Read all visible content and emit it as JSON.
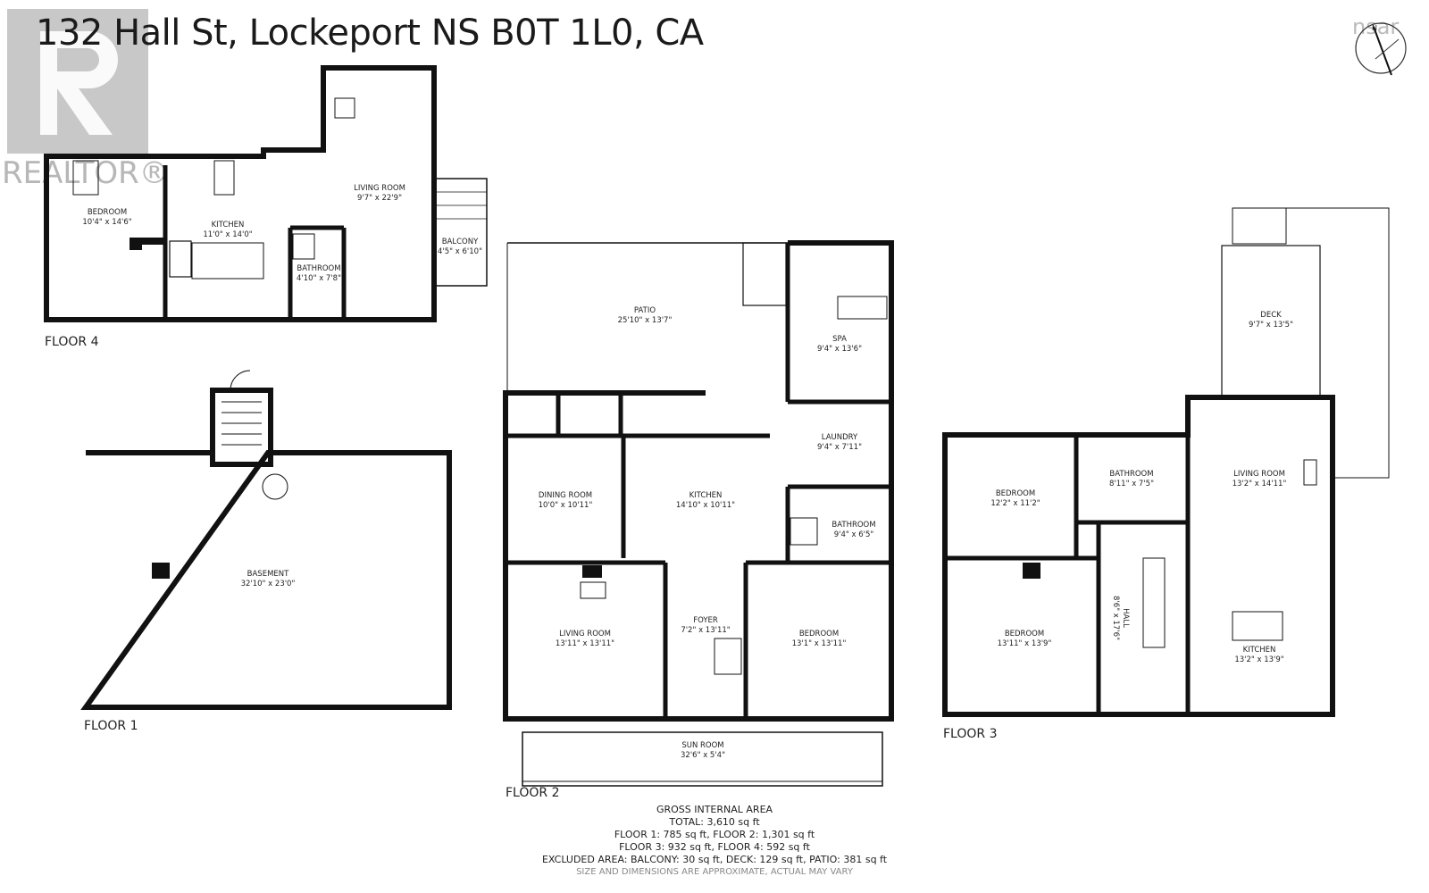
{
  "title": "132 Hall St, Lockeport NS B0T 1L0, CA",
  "watermark": {
    "brand": "REALTOR®",
    "corner_brand": "nsar"
  },
  "floors": {
    "floor1": {
      "label": "FLOOR 1",
      "rooms": [
        {
          "name": "BASEMENT",
          "dims": "32'10\" x 23'0\""
        }
      ]
    },
    "floor2": {
      "label": "FLOOR 2",
      "rooms": [
        {
          "name": "PATIO",
          "dims": "25'10\" x 13'7\""
        },
        {
          "name": "SPA",
          "dims": "9'4\" x 13'6\""
        },
        {
          "name": "LAUNDRY",
          "dims": "9'4\" x 7'11\""
        },
        {
          "name": "DINING ROOM",
          "dims": "10'0\" x 10'11\""
        },
        {
          "name": "KITCHEN",
          "dims": "14'10\" x 10'11\""
        },
        {
          "name": "BATHROOM",
          "dims": "9'4\" x 6'5\""
        },
        {
          "name": "LIVING ROOM",
          "dims": "13'11\" x 13'11\""
        },
        {
          "name": "FOYER",
          "dims": "7'2\" x 13'11\""
        },
        {
          "name": "BEDROOM",
          "dims": "13'1\" x 13'11\""
        },
        {
          "name": "SUN ROOM",
          "dims": "32'6\" x 5'4\""
        }
      ]
    },
    "floor3": {
      "label": "FLOOR 3",
      "rooms": [
        {
          "name": "DECK",
          "dims": "9'7\" x 13'5\""
        },
        {
          "name": "BEDROOM",
          "dims": "12'2\" x 11'2\""
        },
        {
          "name": "BATHROOM",
          "dims": "8'11\" x 7'5\""
        },
        {
          "name": "LIVING ROOM",
          "dims": "13'2\" x 14'11\""
        },
        {
          "name": "BEDROOM",
          "dims": "13'11\" x 13'9\""
        },
        {
          "name": "HALL",
          "dims": "8'6\" x 17'6\""
        },
        {
          "name": "KITCHEN",
          "dims": "13'2\" x 13'9\""
        }
      ]
    },
    "floor4": {
      "label": "FLOOR 4",
      "rooms": [
        {
          "name": "BEDROOM",
          "dims": "10'4\" x 14'6\""
        },
        {
          "name": "KITCHEN",
          "dims": "11'0\" x 14'0\""
        },
        {
          "name": "LIVING ROOM",
          "dims": "9'7\" x 22'9\""
        },
        {
          "name": "BALCONY",
          "dims": "4'5\" x 6'10\""
        },
        {
          "name": "BATHROOM",
          "dims": "4'10\" x 7'8\""
        }
      ]
    }
  },
  "gross_area": {
    "heading": "GROSS INTERNAL AREA",
    "total": "TOTAL: 3,610 sq ft",
    "line1": "FLOOR 1: 785 sq ft, FLOOR 2: 1,301 sq ft",
    "line2": "FLOOR 3: 932 sq ft, FLOOR 4: 592 sq ft",
    "excluded": "EXCLUDED AREA: BALCONY: 30 sq ft, DECK: 129 sq ft, PATIO: 381 sq ft",
    "note": "SIZE AND DIMENSIONS ARE APPROXIMATE, ACTUAL MAY VARY"
  }
}
